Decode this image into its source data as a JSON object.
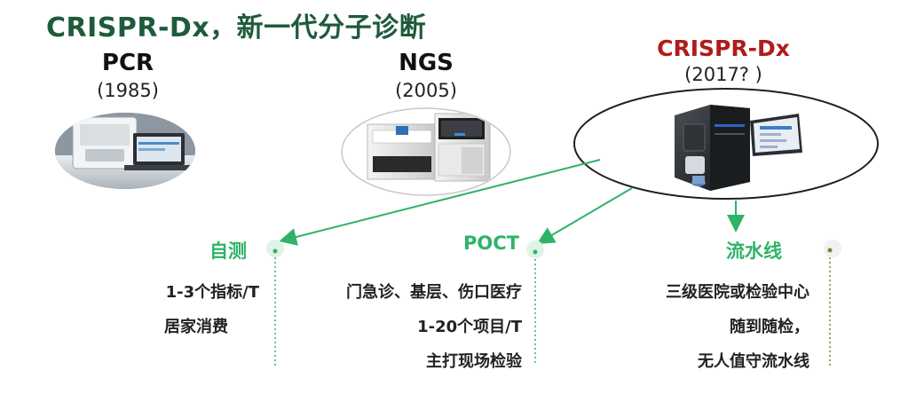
{
  "title": "CRISPR-Dx，新一代分子诊断",
  "technologies": [
    {
      "name": "PCR",
      "year": "(1985)"
    },
    {
      "name": "NGS",
      "year": "(2005)"
    },
    {
      "name": "CRISPR-Dx",
      "year": "(2017? )"
    }
  ],
  "categories": [
    {
      "label": "自测",
      "lines": [
        "1-3个指标/T",
        "居家消费"
      ]
    },
    {
      "label": "POCT",
      "lines": [
        "门急诊、基层、伤口医疗",
        "1-20个项目/T",
        "主打现场检验"
      ]
    },
    {
      "label": "流水线",
      "lines": [
        "三级医院或检验中心",
        "随到随检，",
        "无人值守流水线"
      ]
    }
  ],
  "colors": {
    "title": "#1e5b3a",
    "accent": "#2fb36a",
    "crispr": "#b11a1a"
  }
}
